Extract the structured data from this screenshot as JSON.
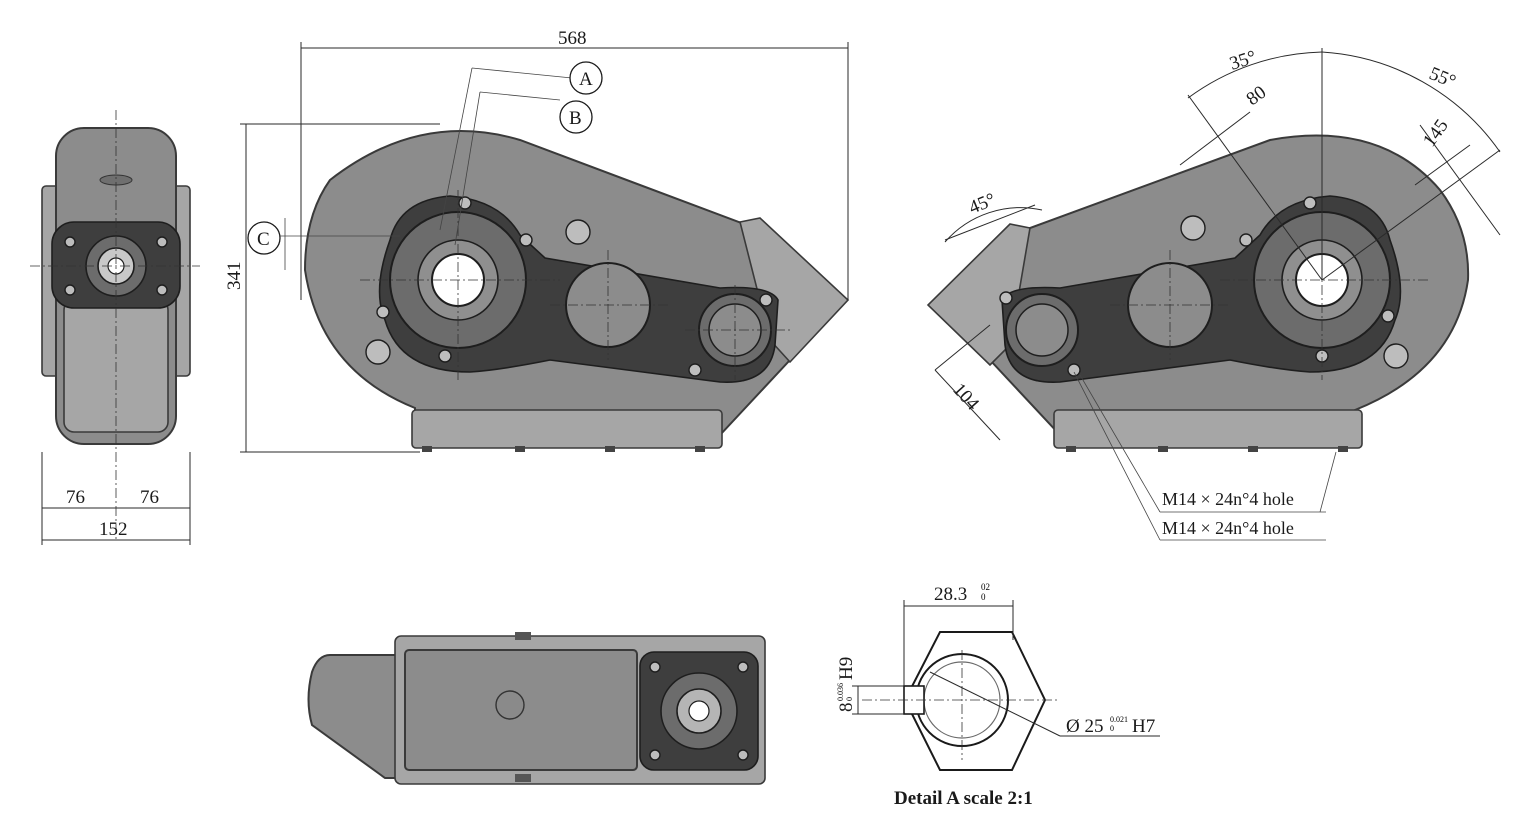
{
  "dimensions": {
    "overall_width": "568",
    "overall_height": "341",
    "side_half_left": "76",
    "side_half_right": "76",
    "side_total": "152",
    "angle_35": "35°",
    "angle_55": "55°",
    "dim_80": "80",
    "dim_145": "145",
    "angle_45": "45°",
    "dim_104": "104"
  },
  "callouts": {
    "a": "A",
    "b": "B",
    "c": "C"
  },
  "notes": {
    "hole_note_1": "M14 × 24n°4 hole",
    "hole_note_2": "M14 × 24n°4 hole"
  },
  "detail": {
    "width": "28.3",
    "width_tol_upper": "02",
    "width_tol_lower": "0",
    "key": "8",
    "key_tol_upper": "0.036",
    "key_tol_lower": "0",
    "key_fit": "H9",
    "bore": "Ø 25",
    "bore_tol_upper": "0.021",
    "bore_tol_lower": "0",
    "bore_fit": "H7",
    "caption": "Detail  A scale 2:1"
  }
}
